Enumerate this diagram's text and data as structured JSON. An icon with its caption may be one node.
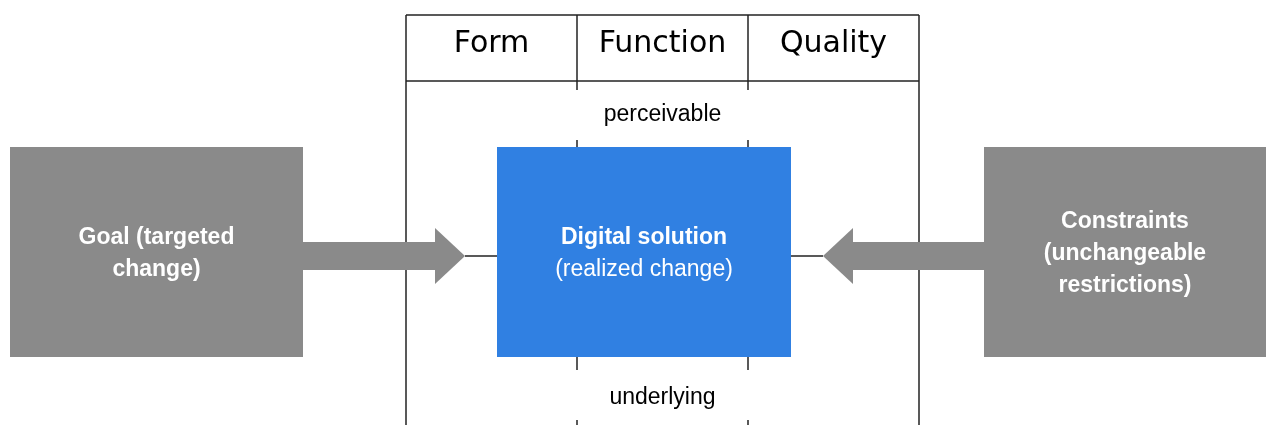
{
  "diagram": {
    "nodes": [
      {
        "text": [
          "Goal (targeted change)"
        ]
      },
      {
        "text": [
          "Digital solution",
          "(realized change)"
        ]
      },
      {
        "text": [
          "Constraints (unchangeable restrictions)"
        ]
      }
    ],
    "edges": [
      {
        "from": 0,
        "to": 1,
        "arrow": "to"
      },
      {
        "from": 2,
        "to": 1,
        "arrow": "to"
      }
    ],
    "labels": [
      "Form",
      "Function",
      "Quality",
      "perceivable",
      "underlying"
    ]
  }
}
